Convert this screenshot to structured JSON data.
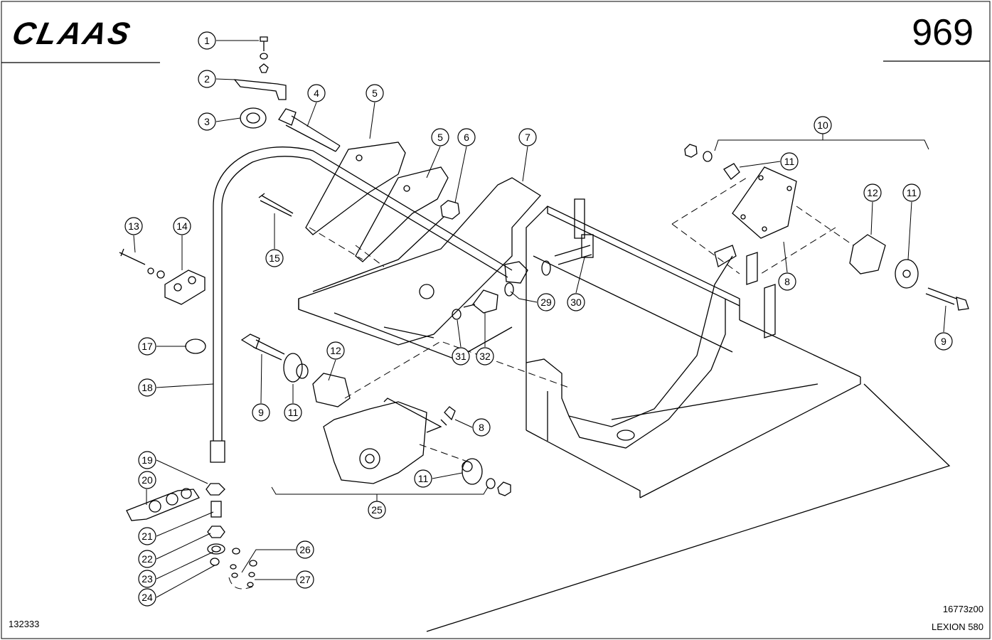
{
  "header": {
    "brand": "CLAAS",
    "page_number": "969"
  },
  "footer": {
    "document_number": "132333",
    "drawing_code": "16773z00",
    "model": "LEXION 580"
  },
  "callouts": [
    {
      "id": "c1",
      "label": "1"
    },
    {
      "id": "c2",
      "label": "2"
    },
    {
      "id": "c3",
      "label": "3"
    },
    {
      "id": "c4",
      "label": "4"
    },
    {
      "id": "c5a",
      "label": "5"
    },
    {
      "id": "c5b",
      "label": "5"
    },
    {
      "id": "c6",
      "label": "6"
    },
    {
      "id": "c7",
      "label": "7"
    },
    {
      "id": "c8a",
      "label": "8"
    },
    {
      "id": "c8b",
      "label": "8"
    },
    {
      "id": "c9a",
      "label": "9"
    },
    {
      "id": "c9b",
      "label": "9"
    },
    {
      "id": "c10",
      "label": "10"
    },
    {
      "id": "c11a",
      "label": "11"
    },
    {
      "id": "c11b",
      "label": "11"
    },
    {
      "id": "c11c",
      "label": "11"
    },
    {
      "id": "c11d",
      "label": "11"
    },
    {
      "id": "c12a",
      "label": "12"
    },
    {
      "id": "c12b",
      "label": "12"
    },
    {
      "id": "c13",
      "label": "13"
    },
    {
      "id": "c14",
      "label": "14"
    },
    {
      "id": "c15",
      "label": "15"
    },
    {
      "id": "c17",
      "label": "17"
    },
    {
      "id": "c18",
      "label": "18"
    },
    {
      "id": "c19",
      "label": "19"
    },
    {
      "id": "c20",
      "label": "20"
    },
    {
      "id": "c21",
      "label": "21"
    },
    {
      "id": "c22",
      "label": "22"
    },
    {
      "id": "c23",
      "label": "23"
    },
    {
      "id": "c24",
      "label": "24"
    },
    {
      "id": "c25",
      "label": "25"
    },
    {
      "id": "c26",
      "label": "26"
    },
    {
      "id": "c27",
      "label": "27"
    },
    {
      "id": "c29",
      "label": "29"
    },
    {
      "id": "c30",
      "label": "30"
    },
    {
      "id": "c31",
      "label": "31"
    },
    {
      "id": "c32",
      "label": "32"
    }
  ]
}
